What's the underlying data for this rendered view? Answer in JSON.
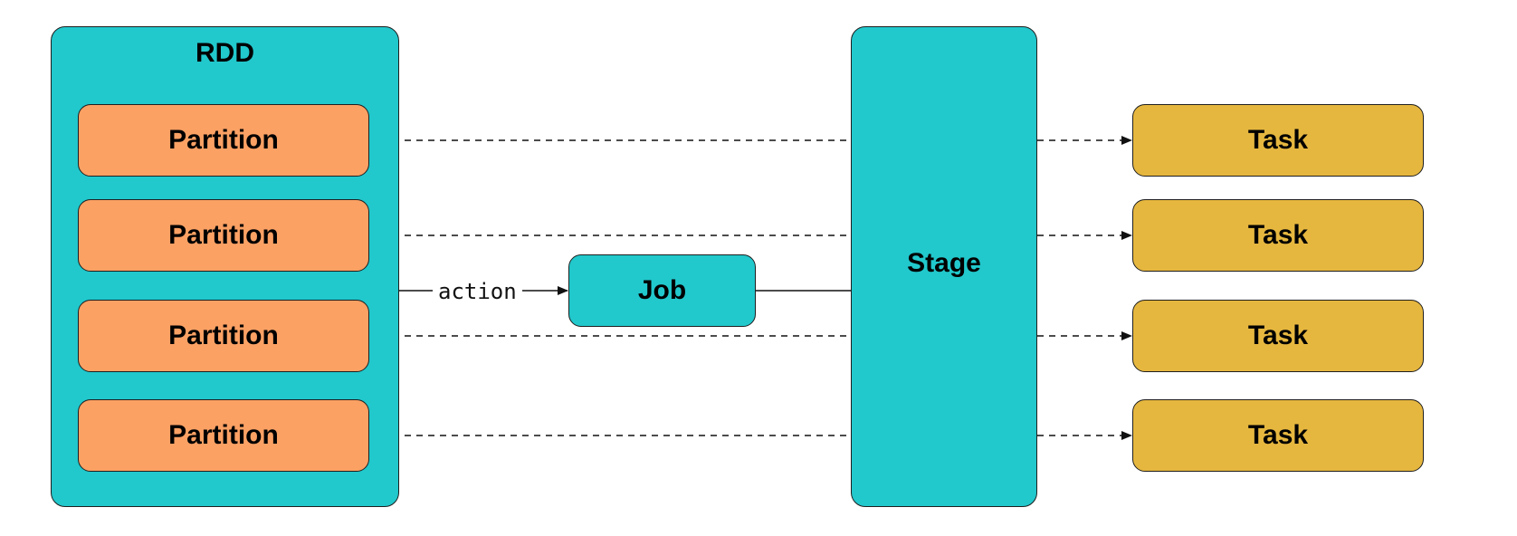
{
  "rdd": {
    "label": "RDD"
  },
  "partitions": [
    "Partition",
    "Partition",
    "Partition",
    "Partition"
  ],
  "action_label": "action",
  "job": {
    "label": "Job"
  },
  "stage": {
    "label": "Stage"
  },
  "tasks": [
    "Task",
    "Task",
    "Task",
    "Task"
  ],
  "colors": {
    "container": "#21c8cc",
    "partition": "#fba164",
    "task": "#e6b73f",
    "stroke": "#1f1f1f"
  }
}
